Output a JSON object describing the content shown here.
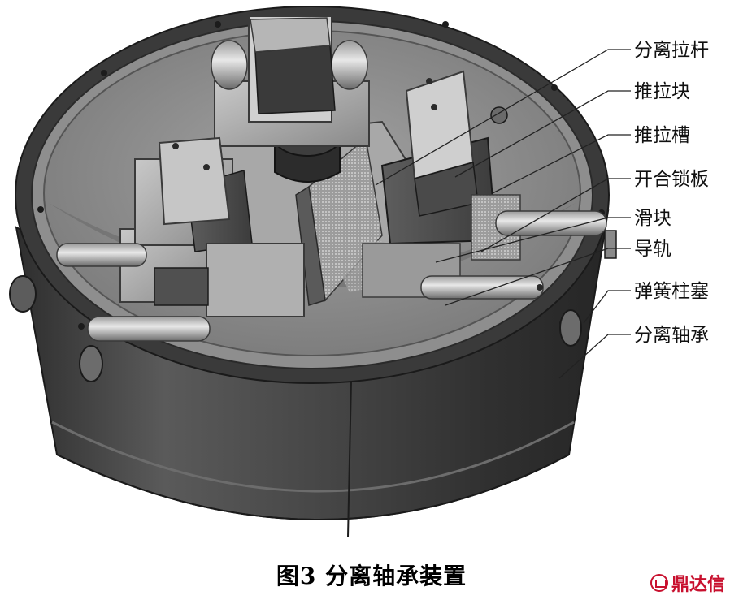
{
  "labels": [
    {
      "id": "separation-pull-rod",
      "text": "分离拉杆"
    },
    {
      "id": "push-pull-block",
      "text": "推拉块"
    },
    {
      "id": "push-pull-groove",
      "text": "推拉槽"
    },
    {
      "id": "split-lock-plate",
      "text": "开合锁板"
    },
    {
      "id": "slider",
      "text": "滑块"
    },
    {
      "id": "guide-rail",
      "text": "导轨"
    },
    {
      "id": "spring-plunger",
      "text": "弹簧柱塞"
    },
    {
      "id": "separation-bearing",
      "text": "分离轴承"
    }
  ],
  "caption": "图3  分离轴承装置",
  "watermark": "鼎达信",
  "colors": {
    "label_line": "#222222",
    "metal_dark": "#3a3a3a",
    "metal_mid": "#7d7d7d",
    "metal_light": "#bdbdbd",
    "watermark": "#c8102e"
  }
}
